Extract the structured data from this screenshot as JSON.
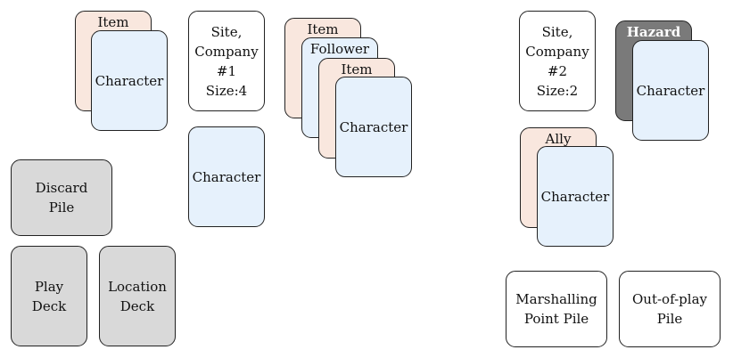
{
  "company1": {
    "item_label": "Item",
    "character_label": "Character",
    "site_text": "Site,\nCompany\n#1\nSize:4",
    "character2_label": "Character",
    "stack": {
      "item_top": "Item",
      "follower": "Follower",
      "item_mid": "Item",
      "character": "Character"
    }
  },
  "piles": {
    "discard": "Discard\nPile",
    "play_deck": "Play\nDeck",
    "location_deck": "Location\nDeck",
    "marshalling": "Marshalling\nPoint Pile",
    "out_of_play": "Out-of-play\nPile"
  },
  "company2": {
    "site_text": "Site,\nCompany\n#2\nSize:2",
    "hazard_label": "Hazard",
    "character_label": "Character",
    "ally_label": "Ally",
    "character2_label": "Character"
  }
}
